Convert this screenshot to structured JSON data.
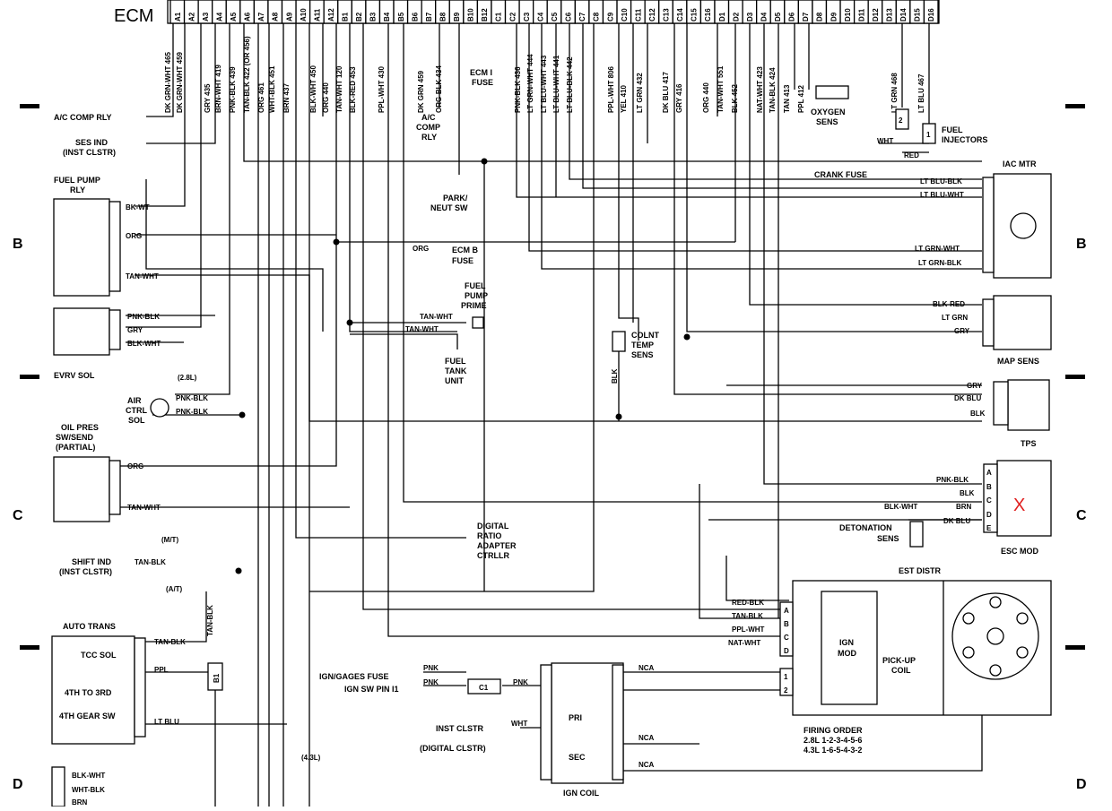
{
  "title": "ECM",
  "zones": [
    "B",
    "B",
    "C",
    "C",
    "D",
    "D"
  ],
  "pins": [
    "A1",
    "A2",
    "A3",
    "A4",
    "A5",
    "A6",
    "A7",
    "A8",
    "A9",
    "A10",
    "A11",
    "A12",
    "B1",
    "B2",
    "B3",
    "B4",
    "B5",
    "B6",
    "B7",
    "B8",
    "B9",
    "B10",
    "B12",
    "C1",
    "C2",
    "C3",
    "C4",
    "C5",
    "C6",
    "C7",
    "C8",
    "C9",
    "C10",
    "C11",
    "C12",
    "C13",
    "C14",
    "C15",
    "C16",
    "D1",
    "D2",
    "D3",
    "D4",
    "D5",
    "D6",
    "D7",
    "D8",
    "D9",
    "D10",
    "D11",
    "D12",
    "D13",
    "D14",
    "D15",
    "D16"
  ],
  "wire_labels": [
    "DK GRN-WHT 465",
    "DK GRN-WHT 459",
    "GRY 435",
    "BRN-WHT 419",
    "PNK-BLK 439",
    "TAN-BLK 422 (OR 456)",
    "ORG 461",
    "WHT-BLK 451",
    "BRN 437",
    "BLK-WHT 450",
    "ORG 440",
    "TAN-WHT 120",
    "BLK-RED 453",
    "PPL-WHT 430",
    "DK GRN 459",
    "ORG-BLK 434",
    "PNK-BLK 436",
    "LT GRN-WHT 444",
    "LT BLU-WHT 443",
    "LT BLU-WHT 441",
    "LT BLU-BLK 442",
    "PPL-WHT 806",
    "YEL 410",
    "LT GRN 432",
    "DK BLU 417",
    "GRY 416",
    "ORG 440",
    "TAN-WHT 551",
    "BLK 452",
    "NAT-WHT 423",
    "TAN-BLK 424",
    "TAN 413",
    "PPL 412",
    "LT GRN 468",
    "LT BLU 467"
  ],
  "components": {
    "ac_comp_rly": "A/C COMP RLY",
    "ses_ind": "SES IND",
    "ses_inst": "(INST CLSTR)",
    "fuel_pump_rly": [
      "FUEL PUMP",
      "RLY"
    ],
    "evrv_sol": "EVRV SOL",
    "air_ctrl_sol": [
      "AIR",
      "CTRL",
      "SOL"
    ],
    "oil_pres": [
      "OIL PRES",
      "SW/SEND",
      "(PARTIAL)"
    ],
    "shift_ind": "SHIFT IND",
    "shift_inst": "(INST CLSTR)",
    "mt": "(M/T)",
    "at": "(A/T)",
    "auto_trans": "AUTO TRANS",
    "tcc_sol": "TCC SOL",
    "fourth_to_third": "4TH TO 3RD",
    "fourth_gear_sw": "4TH GEAR SW",
    "engine_28": "(2.8L)",
    "engine_43": "(4.3L)",
    "ac_comp_rly2": [
      "A/C",
      "COMP",
      "RLY"
    ],
    "ecm_i_fuse": [
      "ECM I",
      "FUSE"
    ],
    "park_neut": [
      "PARK/",
      "NEUT SW"
    ],
    "ecm_b_fuse": [
      "ECM B",
      "FUSE"
    ],
    "fuel_pump_prime": [
      "FUEL",
      "PUMP",
      "PRIME"
    ],
    "fuel_tank_unit": [
      "FUEL",
      "TANK",
      "UNIT"
    ],
    "digital_ratio": [
      "DIGITAL",
      "RATIO",
      "ADAPTER",
      "CTRLLR"
    ],
    "colnt_temp": [
      "COLNT",
      "TEMP",
      "SENS"
    ],
    "oxygen_sens": [
      "OXYGEN",
      "SENS"
    ],
    "fuel_injectors": [
      "FUEL",
      "INJECTORS"
    ],
    "crank_fuse": "CRANK FUSE",
    "iac_mtr": "IAC MTR",
    "map_sens": "MAP SENS",
    "tps": "TPS",
    "esc_mod": "ESC MOD",
    "esc_mark": "X",
    "detonation": [
      "DETONATION",
      "SENS"
    ],
    "est_distr": "EST DISTR",
    "ign_mod": [
      "IGN",
      "MOD"
    ],
    "pickup_coil": [
      "PICK-UP",
      "COIL"
    ],
    "firing_order": [
      "FIRING ORDER",
      "2.8L 1-2-3-4-5-6",
      "4.3L 1-6-5-4-3-2"
    ],
    "ign_gages_fuse": "IGN/GAGES FUSE",
    "ign_sw_pin": "IGN SW PIN I1",
    "c1": "C1",
    "inst_clstr": "INST CLSTR",
    "digital_clstr": "(DIGITAL CLSTR)",
    "ign_coil": "IGN COIL",
    "pri": "PRI",
    "sec": "SEC"
  },
  "wires": {
    "bk_wt": "BK-WT",
    "org": "ORG",
    "tan_wht": "TAN-WHT",
    "pnk_blk": "PNK-BLK",
    "gry": "GRY",
    "blk_wht": "BLK-WHT",
    "tan_blk": "TAN-BLK",
    "ppl": "PPL",
    "lt_blu": "LT BLU",
    "wht_blk": "WHT-BLK",
    "brn": "BRN",
    "blk": "BLK",
    "lt_blu_blk": "LT BLU-BLK",
    "lt_blu_wht": "LT BLU-WHT",
    "lt_grn_wht": "LT GRN-WHT",
    "lt_grn_blk": "LT GRN-BLK",
    "blk_red": "BLK-RED",
    "lt_grn": "LT GRN",
    "dk_blu": "DK BLU",
    "red_blk": "RED-BLK",
    "ppl_wht": "PPL-WHT",
    "nat_wht": "NAT-WHT",
    "pnk": "PNK",
    "nca": "NCA",
    "wht": "WHT",
    "red": "RED"
  },
  "connector_letters": [
    "A",
    "B",
    "C",
    "D",
    "E"
  ],
  "distr_letters": [
    "A",
    "B",
    "C",
    "D"
  ],
  "pin_numbers": [
    "1",
    "2"
  ]
}
